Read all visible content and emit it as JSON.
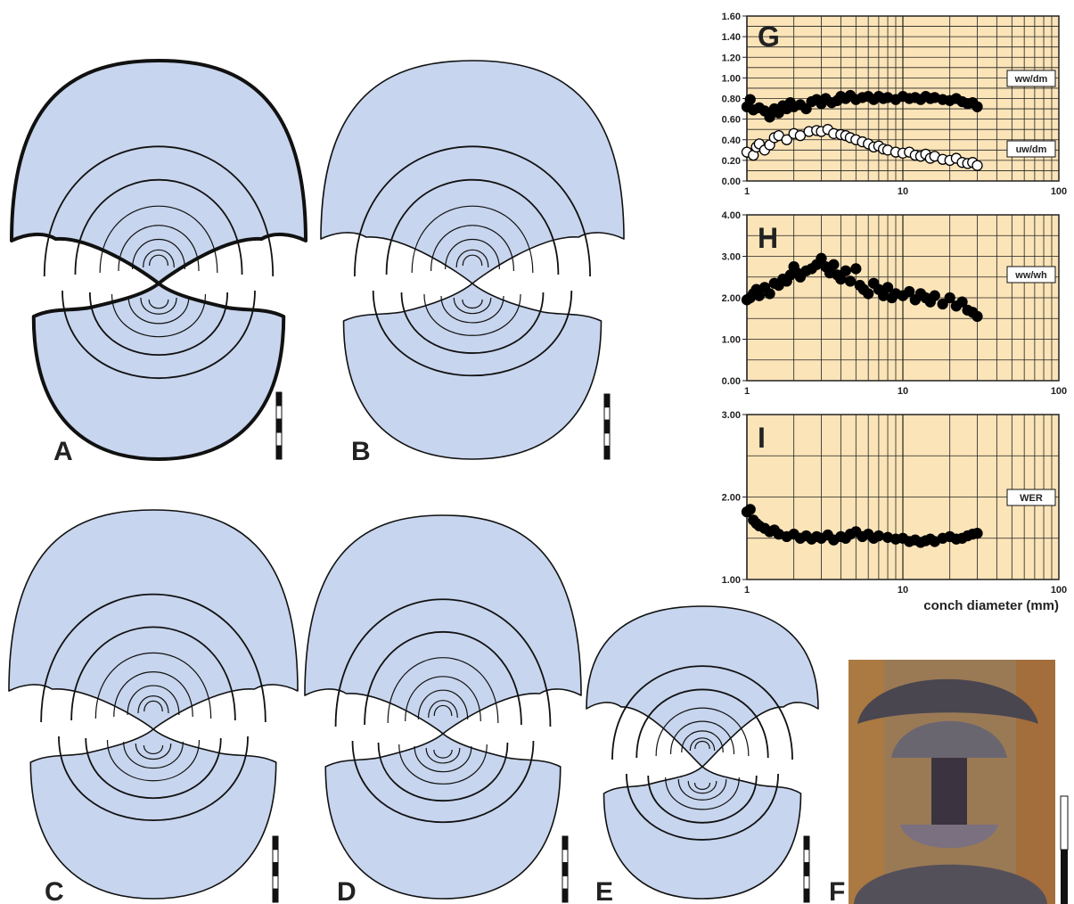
{
  "figure": {
    "panels": [
      {
        "id": "A",
        "label": "A"
      },
      {
        "id": "B",
        "label": "B"
      },
      {
        "id": "C",
        "label": "C"
      },
      {
        "id": "D",
        "label": "D"
      },
      {
        "id": "E",
        "label": "E"
      },
      {
        "id": "F",
        "label": "F"
      }
    ],
    "colors": {
      "shell_fill": "#c7d5ee",
      "chart_bg": "#fbe4b8",
      "grid": "#222222",
      "ink": "#111111"
    },
    "photo_icon": "fossil-photo-icon"
  },
  "chart_data": [
    {
      "id": "G",
      "panel_label": "G",
      "type": "scatter",
      "xscale": "log",
      "xlim": [
        1,
        100
      ],
      "ylim": [
        0,
        1.6
      ],
      "xticks": [
        "1",
        "10",
        "100"
      ],
      "yticks": [
        "0.00",
        "0.20",
        "0.40",
        "0.60",
        "0.80",
        "1.00",
        "1.20",
        "1.40",
        "1.60"
      ],
      "grid": true,
      "series": [
        {
          "name": "ww/dm",
          "marker": "filled",
          "points": [
            [
              1.0,
              0.72
            ],
            [
              1.05,
              0.79
            ],
            [
              1.1,
              0.69
            ],
            [
              1.2,
              0.71
            ],
            [
              1.3,
              0.68
            ],
            [
              1.4,
              0.62
            ],
            [
              1.5,
              0.7
            ],
            [
              1.6,
              0.66
            ],
            [
              1.7,
              0.73
            ],
            [
              1.8,
              0.7
            ],
            [
              1.9,
              0.76
            ],
            [
              2.0,
              0.72
            ],
            [
              2.2,
              0.74
            ],
            [
              2.4,
              0.7
            ],
            [
              2.6,
              0.77
            ],
            [
              2.8,
              0.79
            ],
            [
              3.0,
              0.75
            ],
            [
              3.2,
              0.8
            ],
            [
              3.5,
              0.76
            ],
            [
              3.8,
              0.78
            ],
            [
              4.0,
              0.82
            ],
            [
              4.3,
              0.8
            ],
            [
              4.6,
              0.83
            ],
            [
              5.0,
              0.79
            ],
            [
              5.5,
              0.81
            ],
            [
              6.0,
              0.82
            ],
            [
              6.5,
              0.79
            ],
            [
              7.0,
              0.82
            ],
            [
              7.5,
              0.8
            ],
            [
              8.0,
              0.81
            ],
            [
              9.0,
              0.79
            ],
            [
              10.0,
              0.82
            ],
            [
              11.0,
              0.8
            ],
            [
              12.0,
              0.81
            ],
            [
              13.0,
              0.79
            ],
            [
              14.0,
              0.82
            ],
            [
              15.0,
              0.8
            ],
            [
              16.0,
              0.81
            ],
            [
              18.0,
              0.79
            ],
            [
              20.0,
              0.78
            ],
            [
              22.0,
              0.8
            ],
            [
              24.0,
              0.77
            ],
            [
              26.0,
              0.75
            ],
            [
              28.0,
              0.76
            ],
            [
              30.0,
              0.72
            ]
          ]
        },
        {
          "name": "uw/dm",
          "marker": "open",
          "points": [
            [
              1.0,
              0.28
            ],
            [
              1.1,
              0.25
            ],
            [
              1.15,
              0.33
            ],
            [
              1.2,
              0.36
            ],
            [
              1.3,
              0.3
            ],
            [
              1.4,
              0.35
            ],
            [
              1.5,
              0.42
            ],
            [
              1.6,
              0.44
            ],
            [
              1.8,
              0.4
            ],
            [
              2.0,
              0.46
            ],
            [
              2.2,
              0.44
            ],
            [
              2.5,
              0.48
            ],
            [
              2.8,
              0.49
            ],
            [
              3.0,
              0.48
            ],
            [
              3.3,
              0.5
            ],
            [
              3.6,
              0.46
            ],
            [
              4.0,
              0.45
            ],
            [
              4.3,
              0.44
            ],
            [
              4.6,
              0.42
            ],
            [
              5.0,
              0.4
            ],
            [
              5.5,
              0.38
            ],
            [
              6.0,
              0.36
            ],
            [
              6.5,
              0.33
            ],
            [
              7.0,
              0.34
            ],
            [
              7.5,
              0.31
            ],
            [
              8.0,
              0.3
            ],
            [
              9.0,
              0.28
            ],
            [
              10.0,
              0.27
            ],
            [
              11.0,
              0.28
            ],
            [
              12.0,
              0.25
            ],
            [
              13.0,
              0.24
            ],
            [
              14.0,
              0.26
            ],
            [
              15.0,
              0.22
            ],
            [
              16.0,
              0.24
            ],
            [
              18.0,
              0.21
            ],
            [
              20.0,
              0.2
            ],
            [
              22.0,
              0.22
            ],
            [
              24.0,
              0.18
            ],
            [
              26.0,
              0.17
            ],
            [
              28.0,
              0.18
            ],
            [
              30.0,
              0.15
            ]
          ]
        }
      ]
    },
    {
      "id": "H",
      "panel_label": "H",
      "type": "scatter",
      "xscale": "log",
      "xlim": [
        1,
        100
      ],
      "ylim": [
        0,
        4.0
      ],
      "xticks": [
        "1",
        "10",
        "100"
      ],
      "yticks": [
        "0.00",
        "1.00",
        "2.00",
        "3.00",
        "4.00"
      ],
      "grid": true,
      "series": [
        {
          "name": "ww/wh",
          "marker": "filled",
          "points": [
            [
              1.0,
              1.95
            ],
            [
              1.05,
              2.0
            ],
            [
              1.1,
              2.1
            ],
            [
              1.15,
              2.2
            ],
            [
              1.2,
              2.05
            ],
            [
              1.3,
              2.25
            ],
            [
              1.4,
              2.1
            ],
            [
              1.5,
              2.35
            ],
            [
              1.6,
              2.3
            ],
            [
              1.7,
              2.45
            ],
            [
              1.8,
              2.4
            ],
            [
              1.9,
              2.55
            ],
            [
              2.0,
              2.75
            ],
            [
              2.1,
              2.6
            ],
            [
              2.2,
              2.5
            ],
            [
              2.4,
              2.65
            ],
            [
              2.6,
              2.7
            ],
            [
              2.8,
              2.8
            ],
            [
              3.0,
              2.95
            ],
            [
              3.2,
              2.75
            ],
            [
              3.4,
              2.6
            ],
            [
              3.6,
              2.8
            ],
            [
              3.8,
              2.55
            ],
            [
              4.0,
              2.45
            ],
            [
              4.3,
              2.65
            ],
            [
              4.6,
              2.4
            ],
            [
              5.0,
              2.7
            ],
            [
              5.3,
              2.3
            ],
            [
              5.6,
              2.2
            ],
            [
              6.0,
              2.1
            ],
            [
              6.5,
              2.35
            ],
            [
              7.0,
              2.2
            ],
            [
              7.5,
              2.05
            ],
            [
              8.0,
              2.25
            ],
            [
              8.5,
              2.0
            ],
            [
              9.0,
              2.1
            ],
            [
              10.0,
              2.05
            ],
            [
              11.0,
              2.15
            ],
            [
              12.0,
              1.95
            ],
            [
              13.0,
              2.1
            ],
            [
              14.0,
              2.0
            ],
            [
              15.0,
              1.9
            ],
            [
              16.0,
              2.05
            ],
            [
              18.0,
              1.85
            ],
            [
              20.0,
              2.0
            ],
            [
              22.0,
              1.8
            ],
            [
              24.0,
              1.9
            ],
            [
              26.0,
              1.7
            ],
            [
              28.0,
              1.65
            ],
            [
              30.0,
              1.55
            ]
          ]
        }
      ]
    },
    {
      "id": "I",
      "panel_label": "I",
      "type": "scatter",
      "xscale": "log",
      "xlim": [
        1,
        100
      ],
      "ylim": [
        1.0,
        3.0
      ],
      "xticks": [
        "1",
        "10",
        "100"
      ],
      "yticks": [
        "1.00",
        "2.00",
        "3.00"
      ],
      "xlabel": "conch diameter (mm)",
      "grid": true,
      "series": [
        {
          "name": "WER",
          "marker": "filled",
          "points": [
            [
              1.0,
              1.82
            ],
            [
              1.05,
              1.85
            ],
            [
              1.1,
              1.72
            ],
            [
              1.15,
              1.68
            ],
            [
              1.2,
              1.65
            ],
            [
              1.3,
              1.62
            ],
            [
              1.4,
              1.58
            ],
            [
              1.5,
              1.6
            ],
            [
              1.6,
              1.55
            ],
            [
              1.8,
              1.52
            ],
            [
              2.0,
              1.55
            ],
            [
              2.2,
              1.5
            ],
            [
              2.4,
              1.53
            ],
            [
              2.6,
              1.49
            ],
            [
              2.8,
              1.52
            ],
            [
              3.0,
              1.5
            ],
            [
              3.3,
              1.54
            ],
            [
              3.6,
              1.48
            ],
            [
              4.0,
              1.52
            ],
            [
              4.3,
              1.5
            ],
            [
              4.6,
              1.55
            ],
            [
              5.0,
              1.58
            ],
            [
              5.5,
              1.52
            ],
            [
              6.0,
              1.55
            ],
            [
              6.5,
              1.5
            ],
            [
              7.0,
              1.53
            ],
            [
              8.0,
              1.51
            ],
            [
              9.0,
              1.49
            ],
            [
              10.0,
              1.5
            ],
            [
              11.0,
              1.46
            ],
            [
              12.0,
              1.48
            ],
            [
              13.0,
              1.45
            ],
            [
              14.0,
              1.47
            ],
            [
              15.0,
              1.49
            ],
            [
              16.0,
              1.46
            ],
            [
              18.0,
              1.5
            ],
            [
              20.0,
              1.52
            ],
            [
              22.0,
              1.49
            ],
            [
              24.0,
              1.5
            ],
            [
              26.0,
              1.53
            ],
            [
              28.0,
              1.55
            ],
            [
              30.0,
              1.56
            ]
          ]
        }
      ]
    }
  ]
}
